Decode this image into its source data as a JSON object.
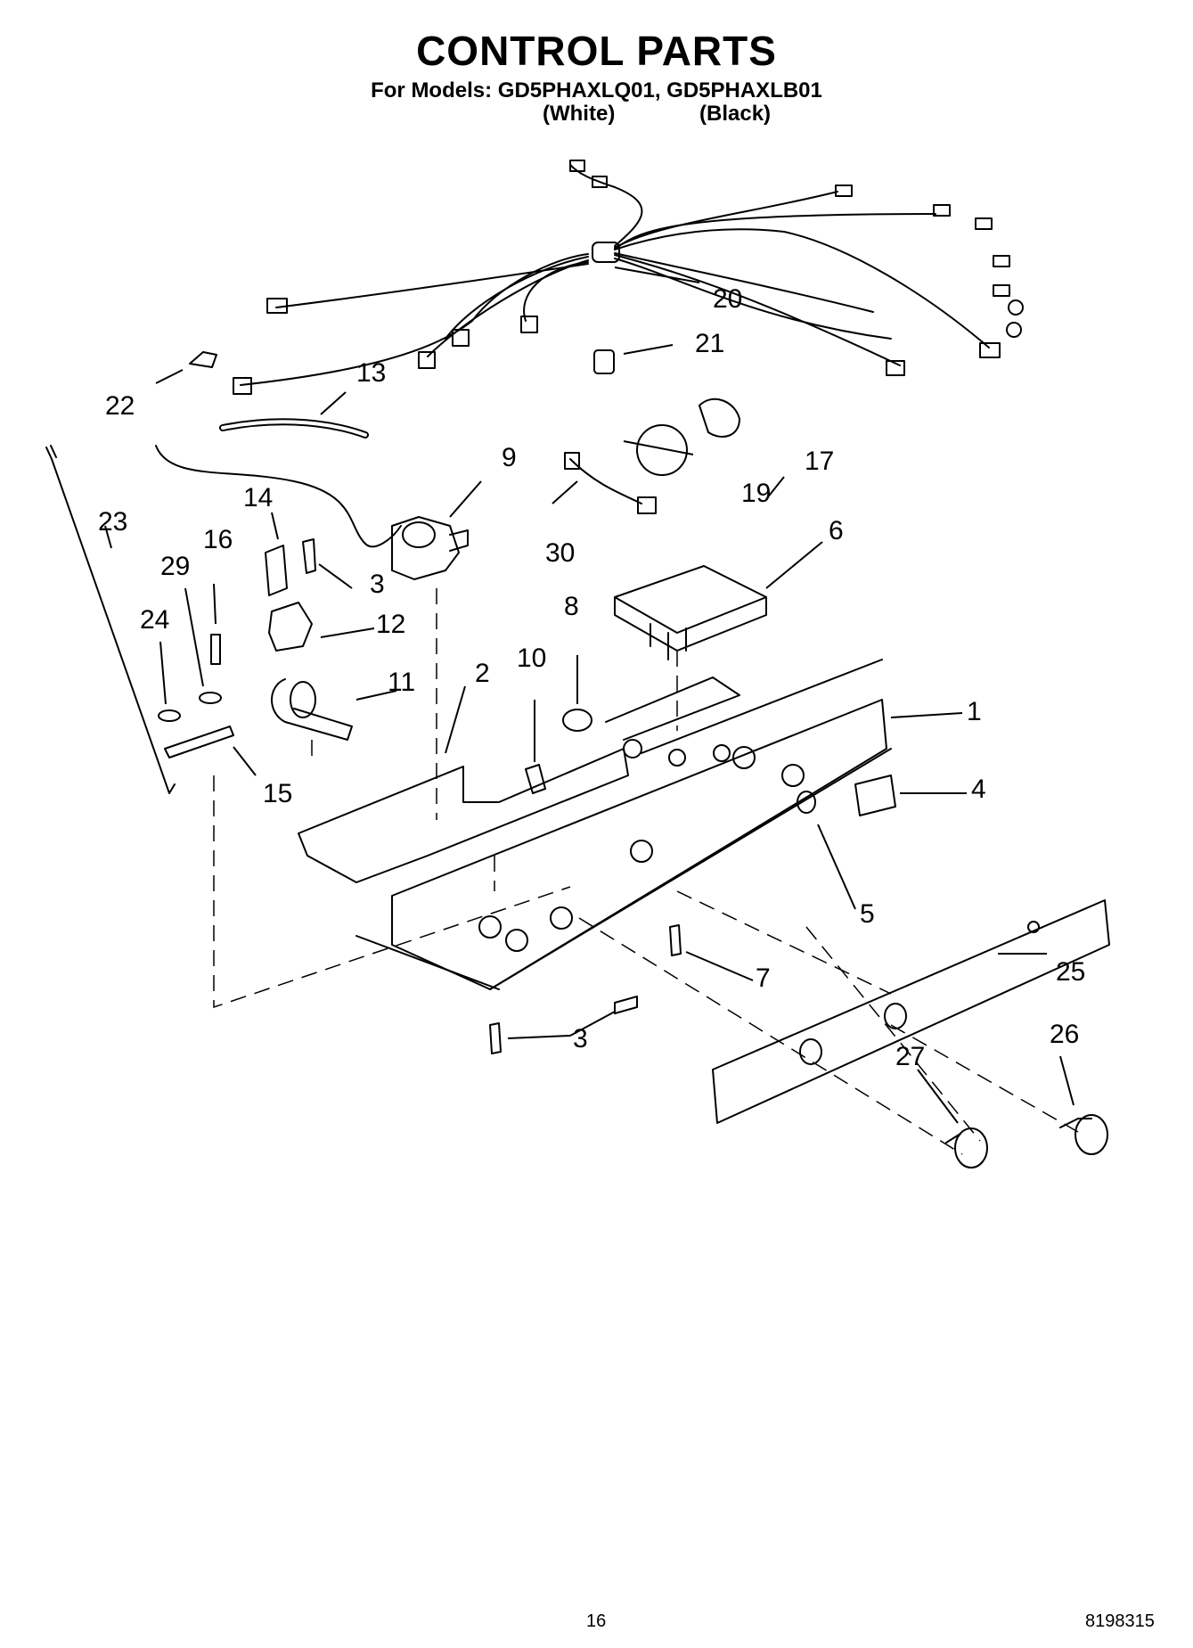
{
  "header": {
    "title": "CONTROL PARTS",
    "models_line": "For Models: GD5PHAXLQ01, GD5PHAXLB01",
    "variant_white": "(White)",
    "variant_black": "(Black)"
  },
  "callouts": [
    "1",
    "2",
    "3",
    "3",
    "4",
    "5",
    "6",
    "7",
    "8",
    "9",
    "10",
    "11",
    "12",
    "13",
    "14",
    "15",
    "16",
    "17",
    "19",
    "20",
    "21",
    "22",
    "23",
    "24",
    "25",
    "26",
    "27",
    "29",
    "30"
  ],
  "footer": {
    "page_number": "16",
    "doc_number": "8198315"
  }
}
